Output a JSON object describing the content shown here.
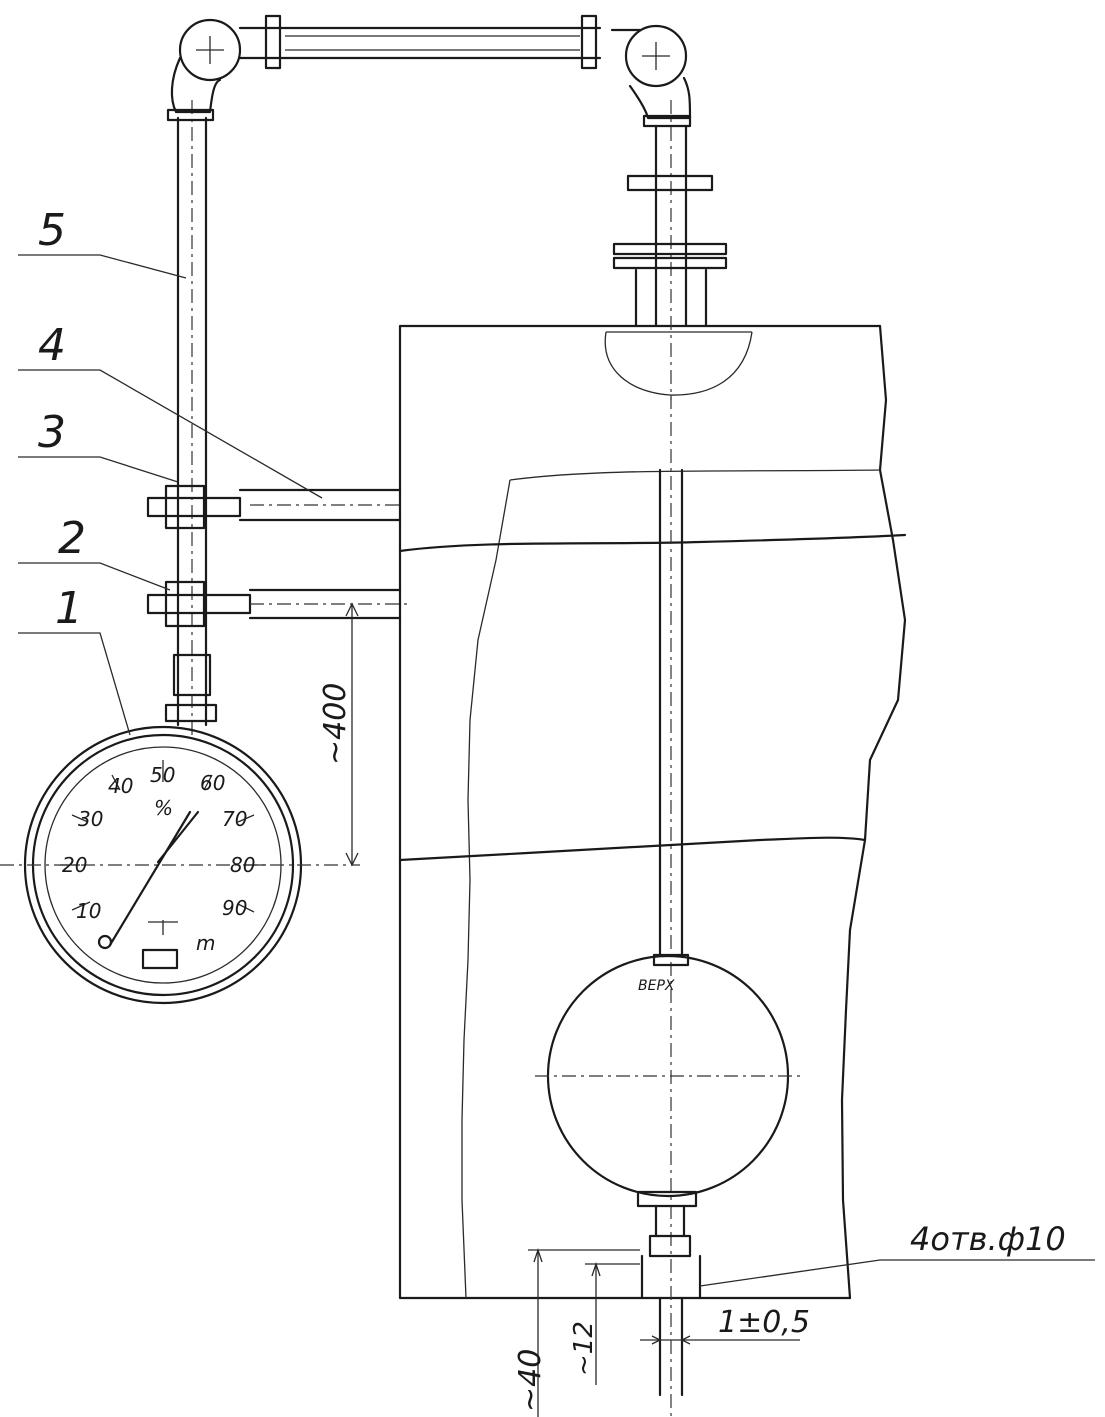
{
  "callouts": [
    {
      "id": "1",
      "text": "1"
    },
    {
      "id": "2",
      "text": "2"
    },
    {
      "id": "3",
      "text": "3"
    },
    {
      "id": "4",
      "text": "4"
    },
    {
      "id": "5",
      "text": "5"
    }
  ],
  "dimensions": {
    "gauge_height": "~400",
    "bottom_offset": "~40",
    "bottom_inner": "~12",
    "gap": "1±0,5",
    "holes_note": "4отв.ф10"
  },
  "gauge": {
    "scale": [
      "10",
      "20",
      "30",
      "40",
      "50",
      "60",
      "70",
      "80",
      "90"
    ],
    "unit": "%",
    "mark": "m"
  },
  "float_label": "ВЕРХ"
}
